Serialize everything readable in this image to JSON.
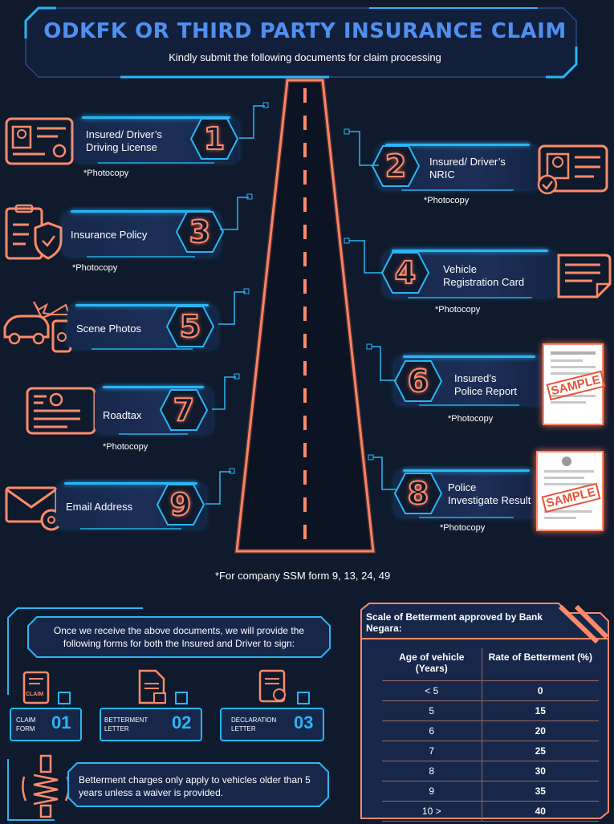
{
  "header": {
    "title": "ODKFK OR THIRD PARTY INSURANCE CLAIM",
    "subtitle": "Kindly submit the following documents for claim processing"
  },
  "steps": [
    {
      "number": "1",
      "label_line1": "Insured/ Driver’s",
      "label_line2": "Driving License",
      "note": "*Photocopy"
    },
    {
      "number": "2",
      "label_line1": "Insured/ Driver’s",
      "label_line2": "NRIC",
      "note": "*Photocopy"
    },
    {
      "number": "3",
      "label_line1": "Insurance Policy",
      "label_line2": "",
      "note": "*Photocopy"
    },
    {
      "number": "4",
      "label_line1": "Vehicle",
      "label_line2": "Registration Card",
      "note": "*Photocopy"
    },
    {
      "number": "5",
      "label_line1": "Scene Photos",
      "label_line2": "",
      "note": ""
    },
    {
      "number": "6",
      "label_line1": "Insured’s",
      "label_line2": "Police Report",
      "note": "*Photocopy"
    },
    {
      "number": "7",
      "label_line1": "Roadtax",
      "label_line2": "",
      "note": "*Photocopy"
    },
    {
      "number": "8",
      "label_line1": "Police",
      "label_line2": "Investigate Result",
      "note": "*Photocopy"
    },
    {
      "number": "9",
      "label_line1": "Email Address",
      "label_line2": "",
      "note": ""
    }
  ],
  "sample_stamp": "SAMPLE",
  "company_note": "*For company SSM form 9, 13, 24, 49",
  "forms": {
    "intro": "Once we receive the above documents, we will provide the following forms for both the Insured and Driver to sign:",
    "items": [
      {
        "label_line1": "CLAIM",
        "label_line2": "FORM",
        "number": "01",
        "icon_text": "CLAIM"
      },
      {
        "label_line1": "BETTERMENT",
        "label_line2": "LETTER",
        "number": "02",
        "icon_text": ""
      },
      {
        "label_line1": "DECLARATION",
        "label_line2": "LETTER",
        "number": "03",
        "icon_text": ""
      }
    ],
    "betterment_note": "Betterment charges only apply to vehicles older than 5 years unless a waiver is provided."
  },
  "betterment_table": {
    "title": "Scale of Betterment approved by Bank Negara:",
    "col1_header": "Age of vehicle (Years)",
    "col2_header": "Rate of Betterment (%)",
    "rows": [
      {
        "age": "< 5",
        "rate": "0"
      },
      {
        "age": "5",
        "rate": "15"
      },
      {
        "age": "6",
        "rate": "20"
      },
      {
        "age": "7",
        "rate": "25"
      },
      {
        "age": "8",
        "rate": "30"
      },
      {
        "age": "9",
        "rate": "35"
      },
      {
        "age": "10 >",
        "rate": "40"
      }
    ]
  },
  "colors": {
    "background": "#0f1a2c",
    "accent_blue": "#29b6f6",
    "accent_orange": "#ff8a6a",
    "title_blue": "#4f8ff0"
  }
}
